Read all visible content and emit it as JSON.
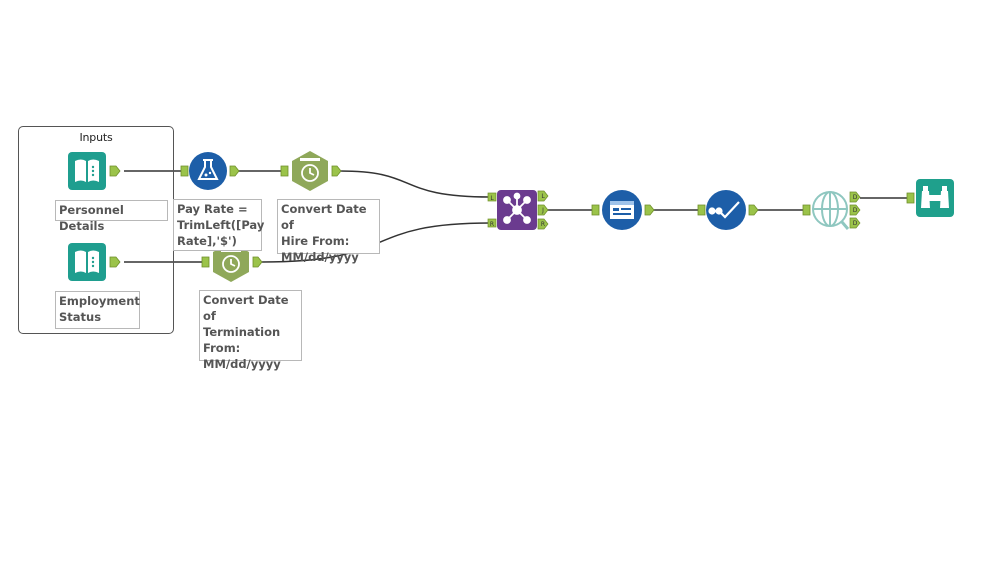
{
  "container": {
    "title": "Inputs"
  },
  "annotations": {
    "personnel": "Personnel Details",
    "employment": "Employment\nStatus",
    "payrate": "Pay Rate =\nTrimLeft([Pay\nRate],'$')",
    "hire": "Convert Date of\nHire From:\nMM/dd/yyyy",
    "termination": "Convert Date of\nTermination\nFrom:\nMM/dd/yyyy"
  },
  "join_anchors": [
    "L",
    "J",
    "R"
  ],
  "union_anchors": [
    "D",
    "D",
    "D"
  ],
  "colors": {
    "input": "#1f9e8f",
    "formula": "#1d5ea8",
    "datetime": "#8fa85a",
    "join": "#6b3b8f",
    "browse_like": "#1d5ea8",
    "union": "#8fc7c0",
    "browse": "#1fa08c",
    "anchor": "#9bc34a"
  },
  "icons": {
    "input1": "book-icon",
    "input2": "book-icon",
    "formula": "flask-icon",
    "datetime1": "clock-icon",
    "datetime2": "clock-icon",
    "join": "network-icon",
    "select": "form-icon",
    "cleanse": "check-path-icon",
    "union": "globe-icon",
    "browse": "binoculars-icon"
  }
}
